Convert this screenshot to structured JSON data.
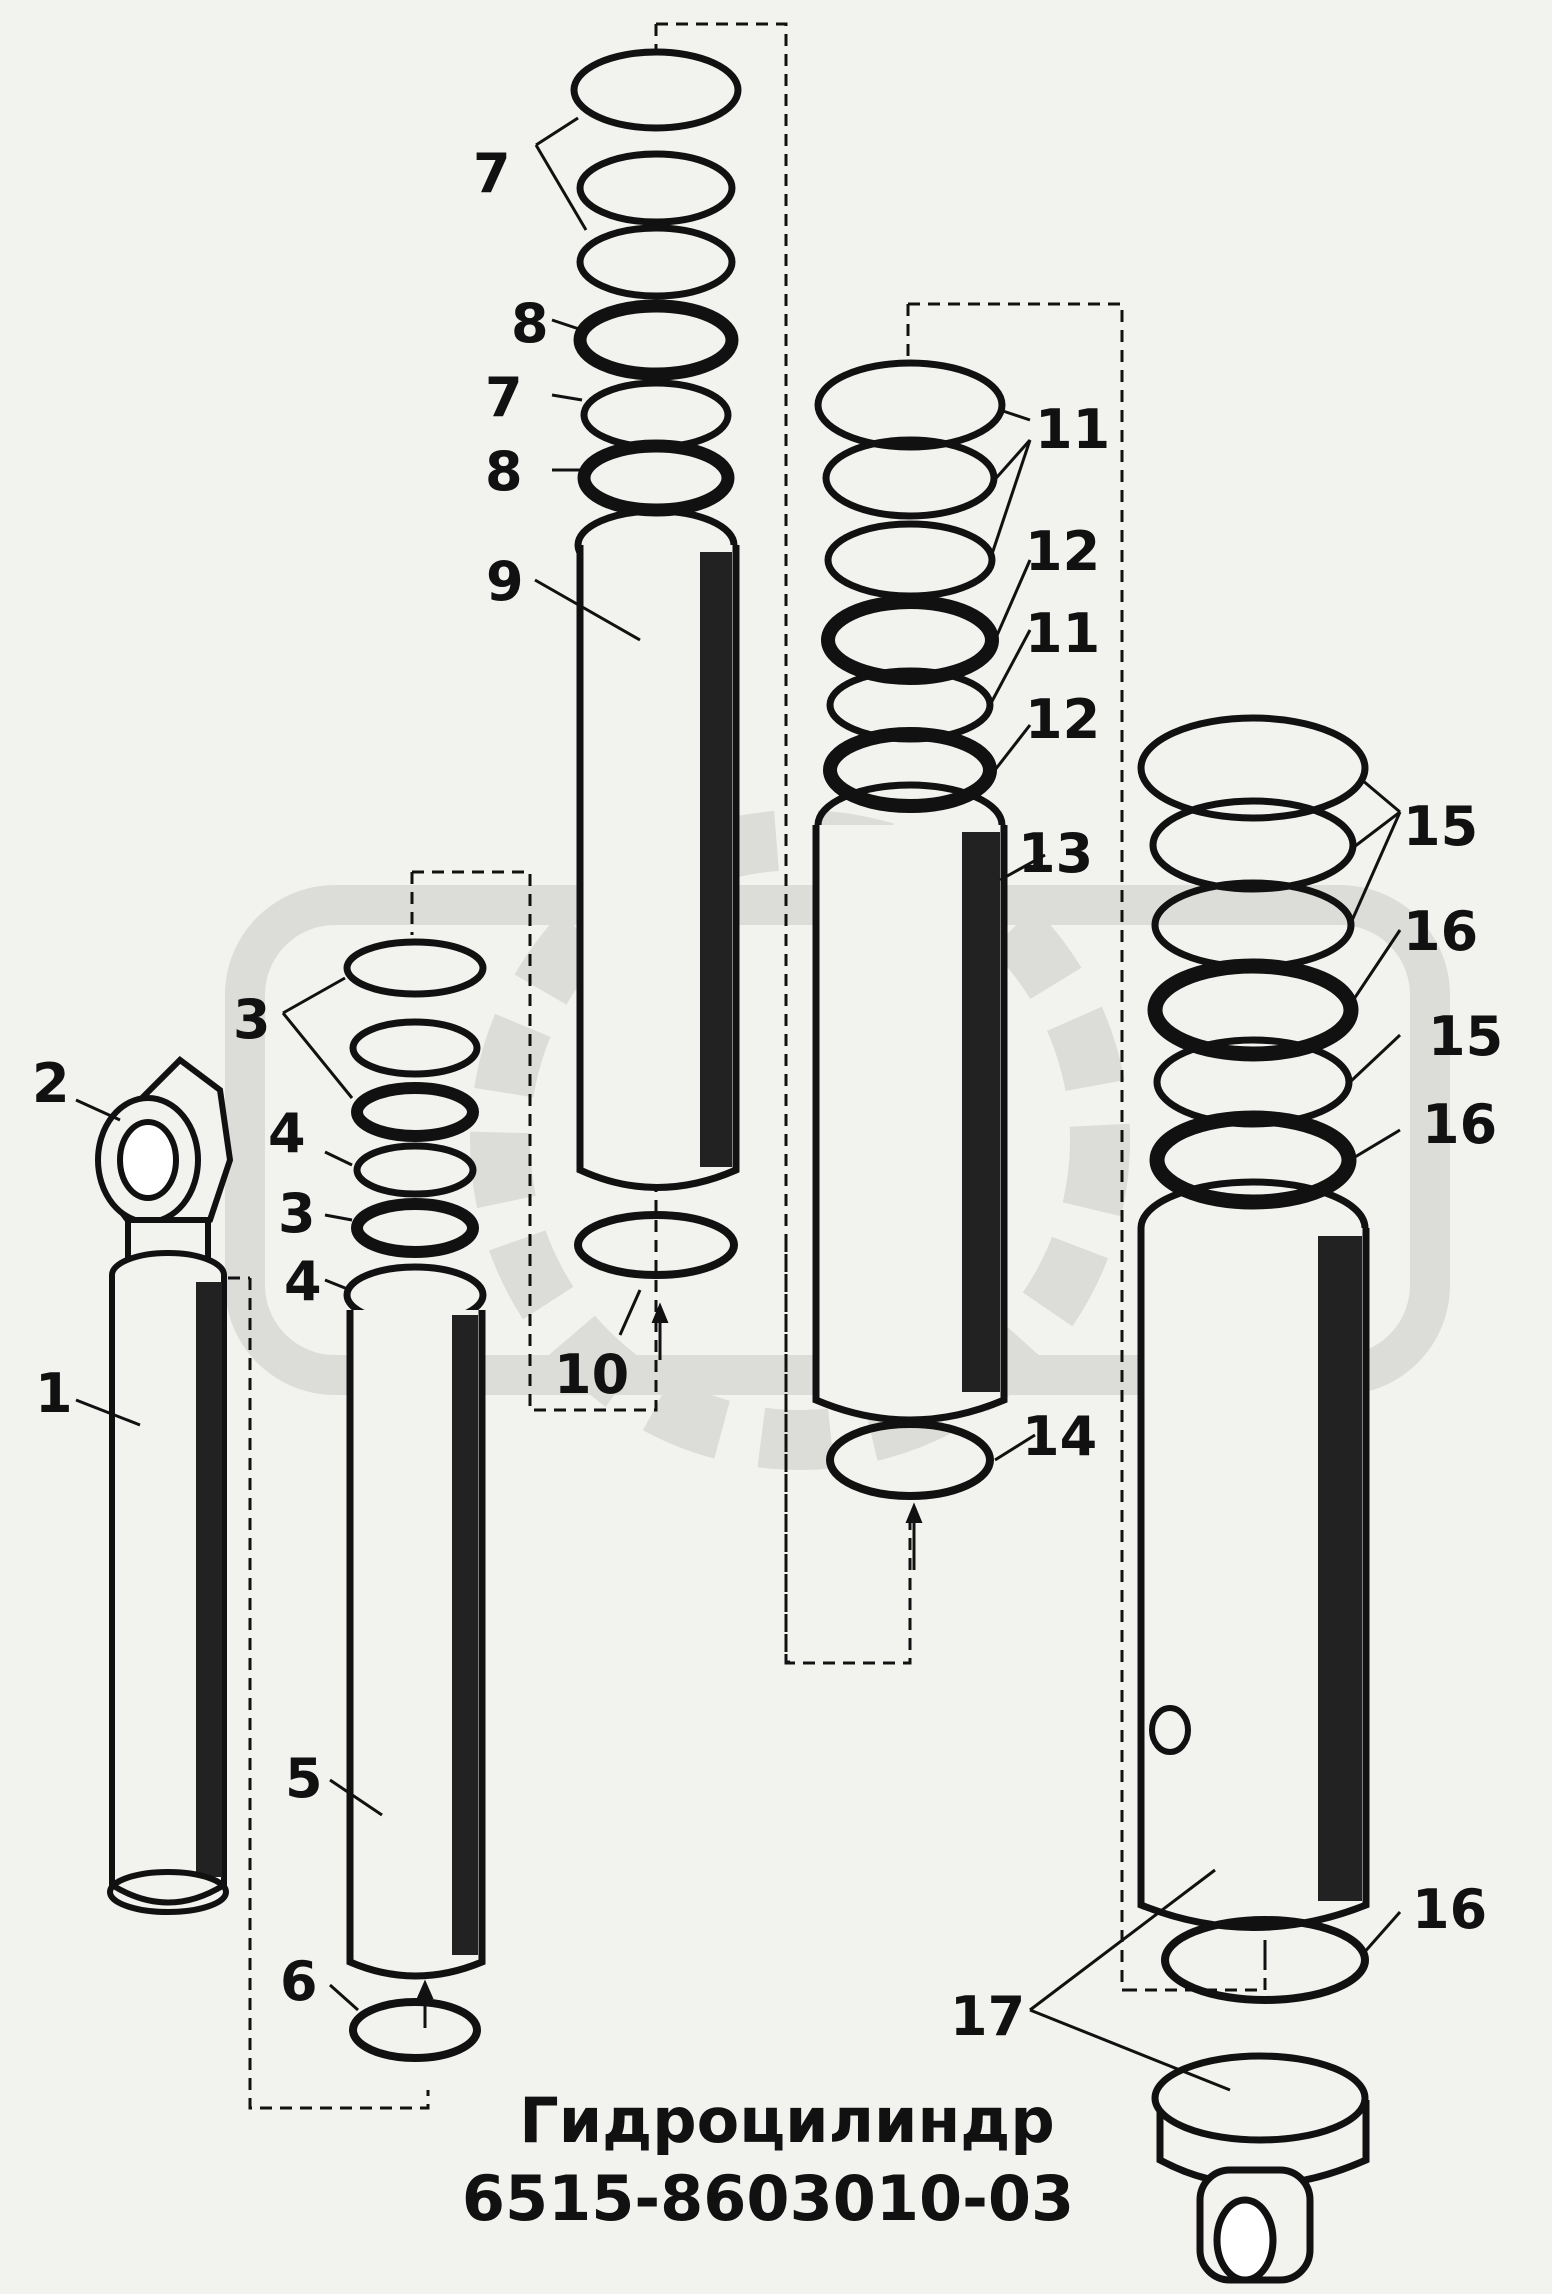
{
  "title": {
    "line1": "Гидроцилиндр",
    "line2": "6515-8603010-03"
  },
  "callouts": [
    "1",
    "2",
    "3",
    "4",
    "5",
    "6",
    "7",
    "8",
    "9",
    "10",
    "11",
    "12",
    "13",
    "14",
    "15",
    "16",
    "17"
  ],
  "colors": {
    "ink": "#111111",
    "paper": "#f2f2ef",
    "watermark": "#dcdcd8"
  },
  "watermark_icon": "gear-logo-icon"
}
